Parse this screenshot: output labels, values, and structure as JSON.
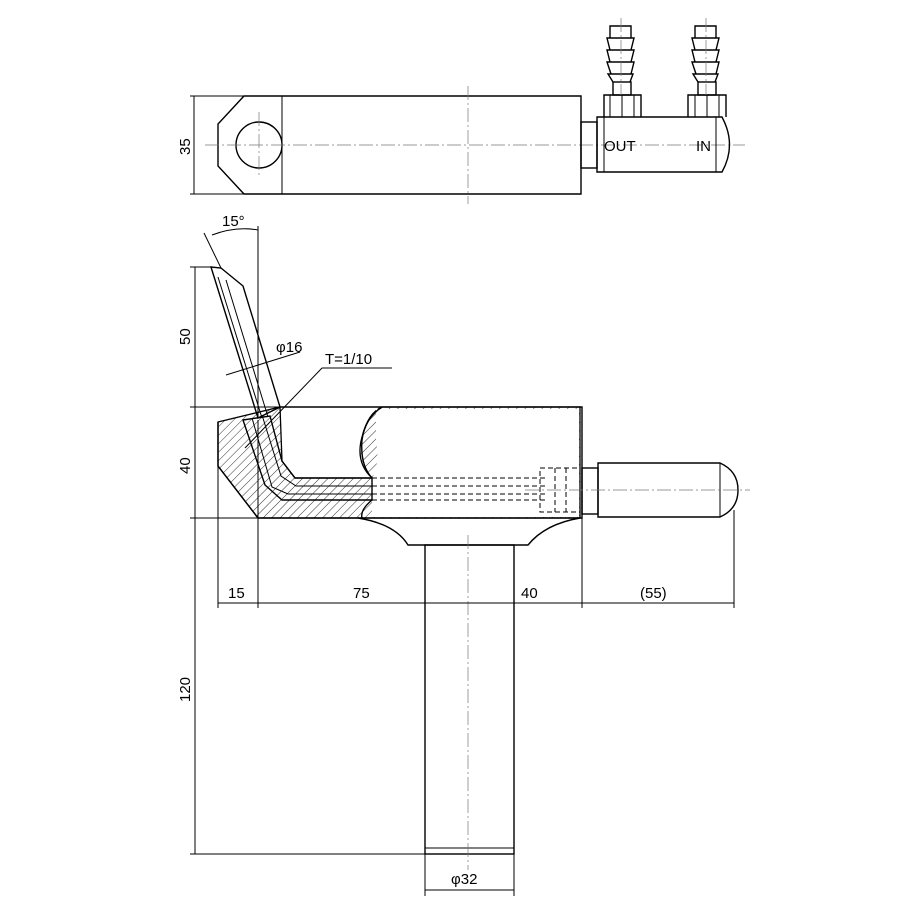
{
  "dimensions": {
    "d35": "35",
    "d15deg": "15°",
    "d50": "50",
    "d40_vertical": "40",
    "d120": "120",
    "phi16": "φ16",
    "taper": "T=1/10",
    "d15": "15",
    "d75": "75",
    "d40_horizontal": "40",
    "d55": "(55)",
    "phi32": "φ32"
  },
  "labels": {
    "out": "OUT",
    "in": "IN"
  }
}
